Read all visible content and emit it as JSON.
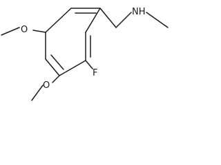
{
  "molecule": {
    "atoms": {
      "o_top": "O",
      "o_bottom": "O",
      "f": "F",
      "nh": "NH"
    },
    "colors": {
      "bond": "#1a1a1a",
      "label": "#1a1a1a",
      "background": "#ffffff"
    }
  }
}
